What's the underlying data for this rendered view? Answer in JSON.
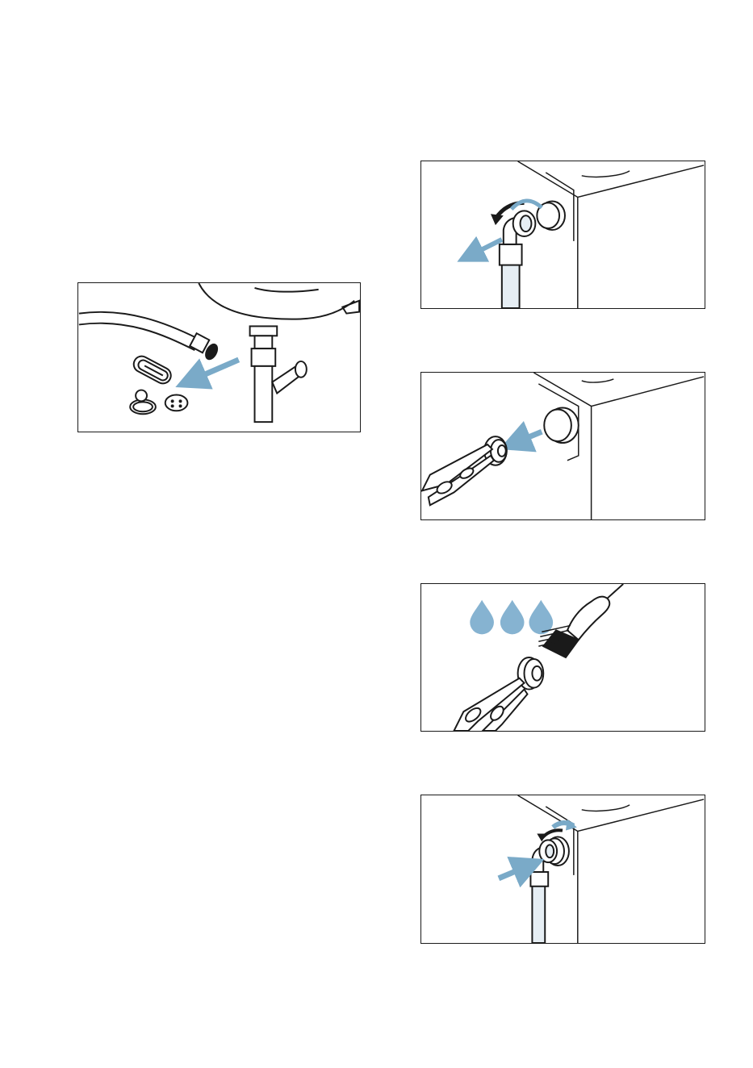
{
  "colors": {
    "line": "#1a1a1a",
    "arrow": "#7aaac8",
    "water": "#86b3d1",
    "hose_fill": "#e6eef4",
    "background": "#ffffff"
  },
  "figures": [
    {
      "id": "drain-pump-filter",
      "depicts": [
        "drain-hose",
        "siphon",
        "paper-clip-icon",
        "ring-icon",
        "button-icon",
        "removal-arrow-icon"
      ]
    },
    {
      "id": "unscrew-supply-hose",
      "depicts": [
        "inlet-valve",
        "supply-hose",
        "rotate-arrow-icon",
        "pull-arrow-icon"
      ]
    },
    {
      "id": "remove-filter-with-pliers",
      "depicts": [
        "pliers-icon",
        "filter-insert",
        "pull-arrow-icon"
      ]
    },
    {
      "id": "clean-filter",
      "depicts": [
        "water-drop-icon",
        "brush-icon",
        "pliers-icon",
        "filter-insert"
      ]
    },
    {
      "id": "reconnect-supply-hose",
      "depicts": [
        "inlet-valve",
        "supply-hose",
        "rotate-arrow-icon",
        "push-arrow-icon"
      ]
    }
  ]
}
